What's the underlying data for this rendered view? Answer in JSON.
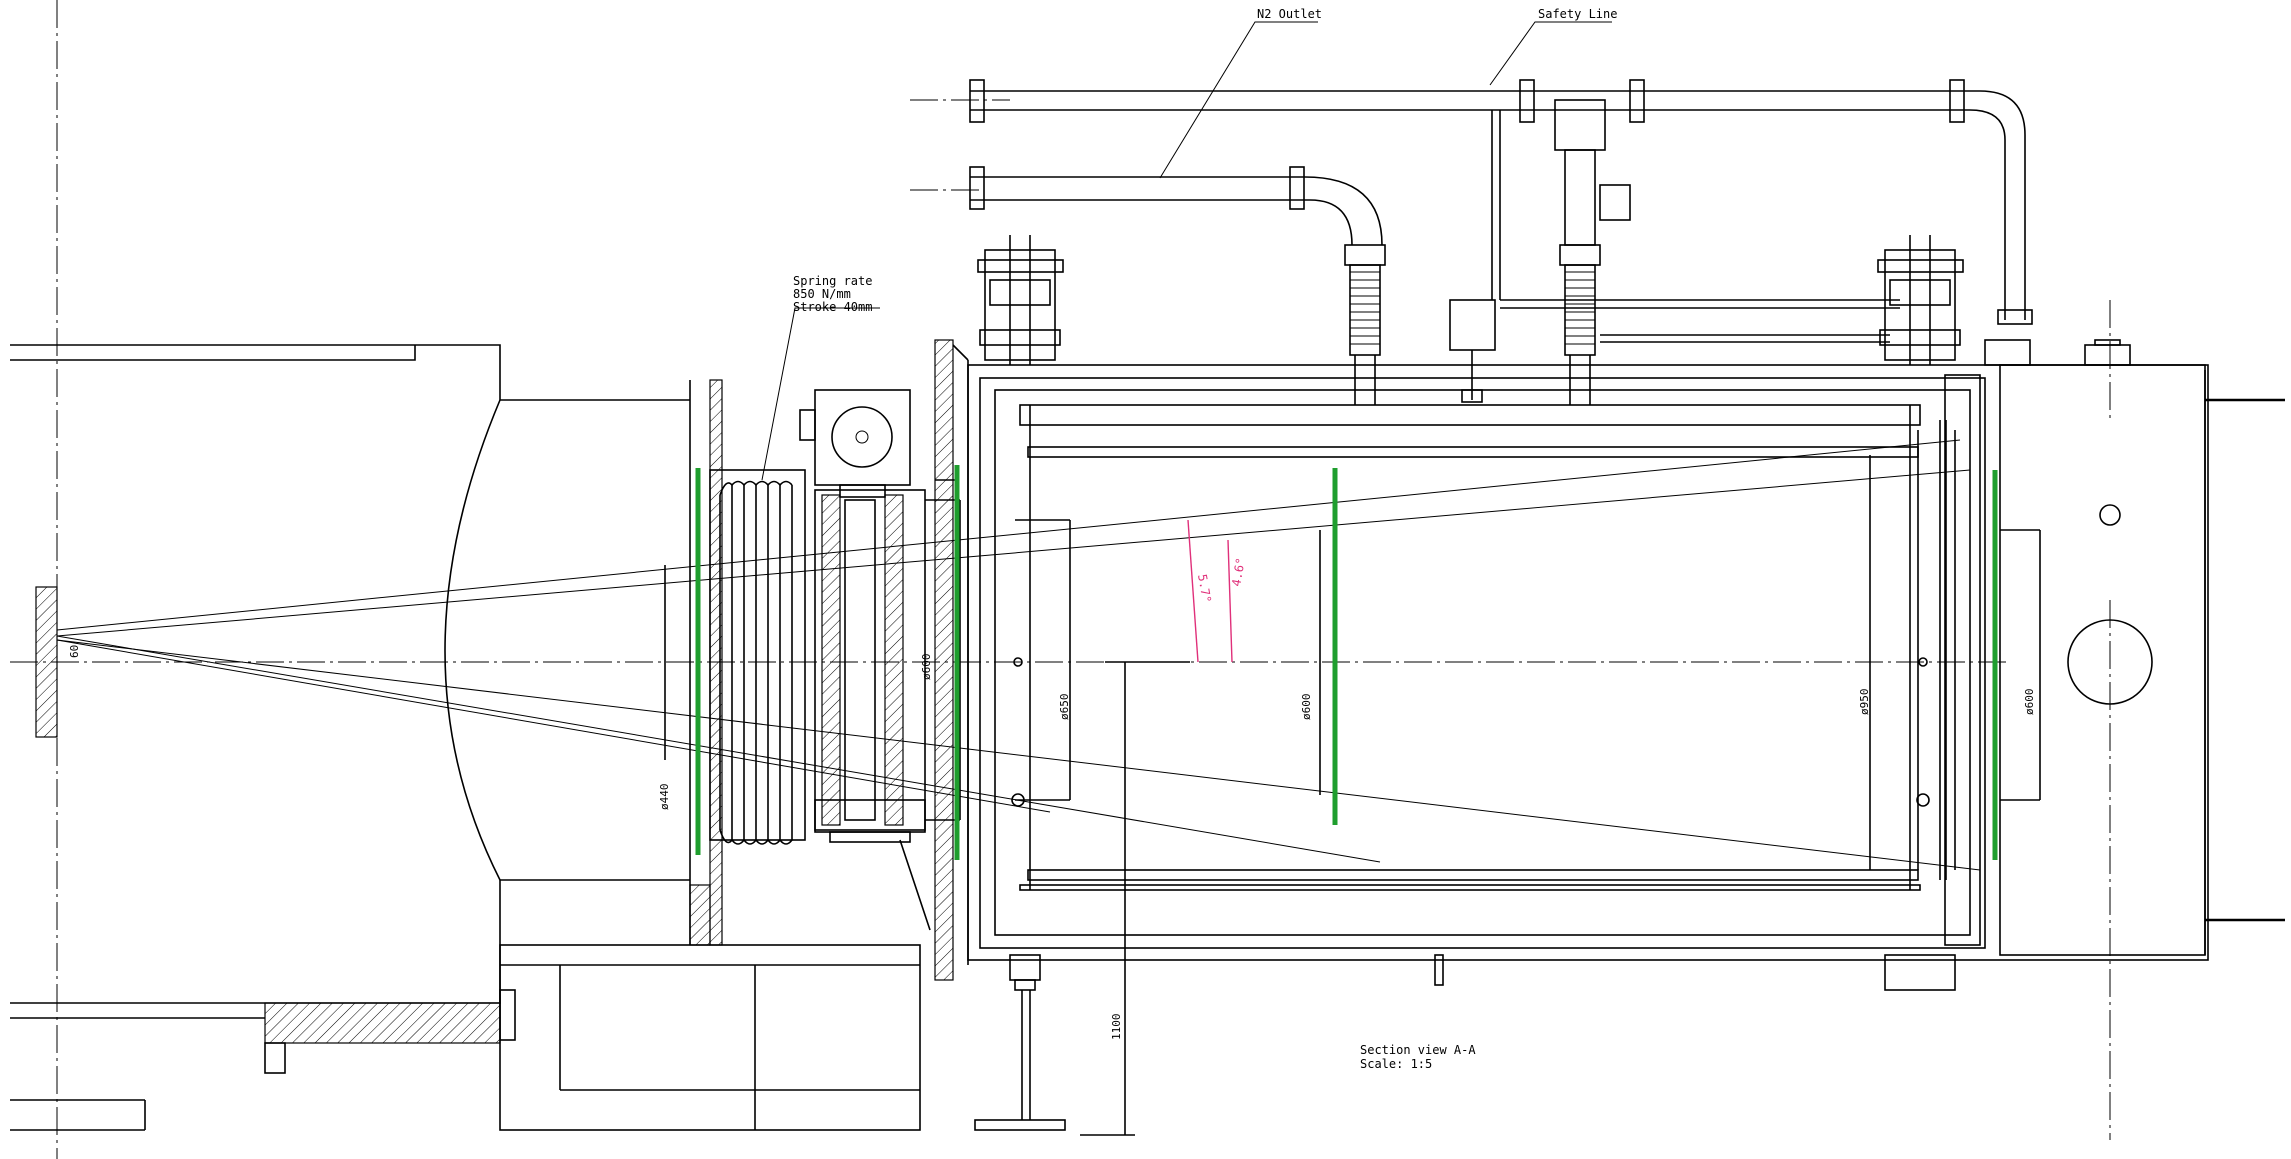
{
  "labels": {
    "n2_outlet": "N2 Outlet",
    "safety_line": "Safety Line",
    "spring_rate_line1": "Spring rate",
    "spring_rate_line2": "850 N/mm",
    "spring_rate_line3": "Stroke 40mm",
    "section_view": "Section view A-A",
    "scale": "Scale:  1:5"
  },
  "dimensions": {
    "d60": "60",
    "d440": "ø440",
    "d600_left": "ø600",
    "d650": "ø650",
    "d600_mid": "ø600",
    "d950": "ø950",
    "d600_right": "ø600",
    "h1100": "1100"
  },
  "angles": {
    "a1": "5.7°",
    "a2": "4.6°"
  },
  "colors": {
    "line": "#000000",
    "seal": "#1f9e2e",
    "angle": "#e0307a"
  }
}
